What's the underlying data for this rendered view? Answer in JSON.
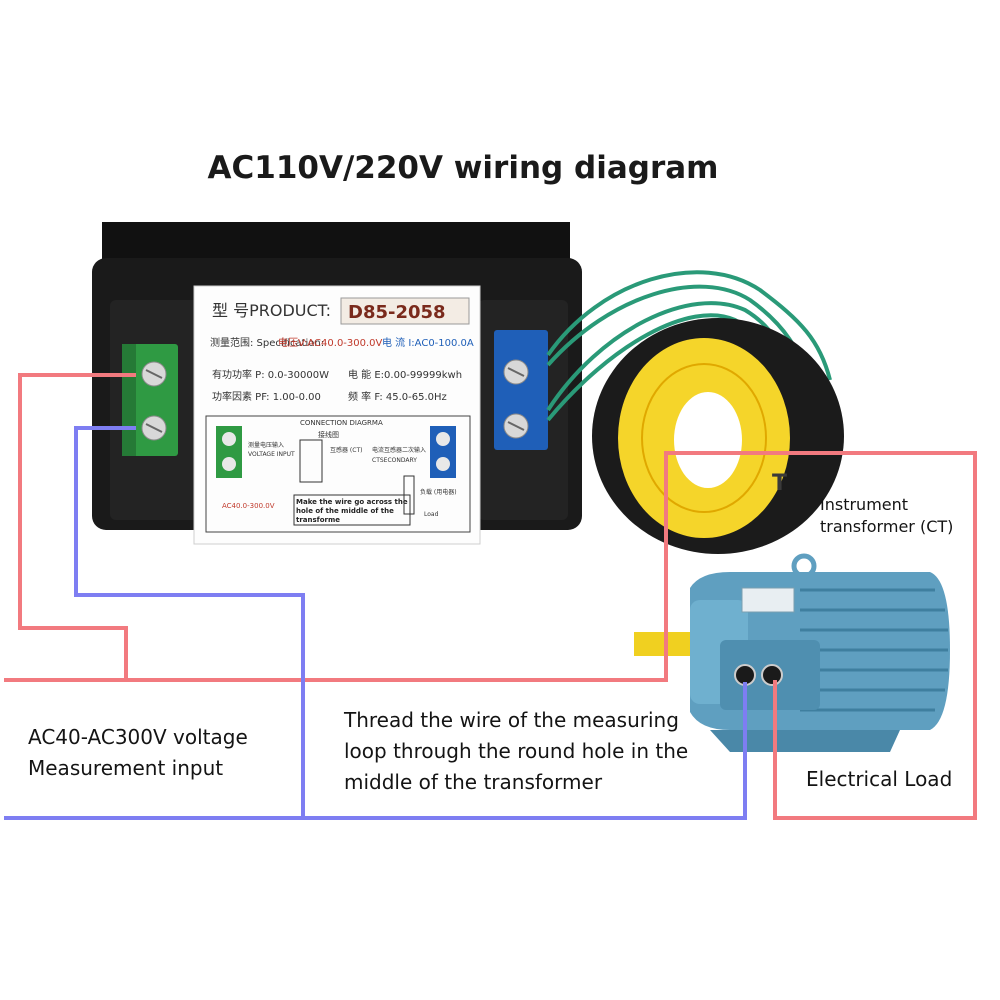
{
  "title": "AC110V/220V wiring diagram",
  "meter": {
    "product_label": "型 号PRODUCT:",
    "model": "D85-2058",
    "spec_label": "测量范围: Specification:",
    "voltage_spec": "电压V:AC40.0-300.0V",
    "current_spec": "电 流 I:AC0-100.0A",
    "power_row": "有功功率 P: 0.0-30000W",
    "energy_row": "电 能 E:0.00-99999kwh",
    "pf_row": "功率因素 PF: 1.00-0.00",
    "freq_row": "频 率 F: 45.0-65.0Hz",
    "connection_title": "CONNECTION DIAGRMA",
    "connection_subtitle": "接线图",
    "voltage_input_cn": "测量电压输入",
    "voltage_input": "VOLTAGE INPUT",
    "ct_cn": "互感器 (CT)",
    "ct_secondary_cn": "电流互感器二次输入",
    "ct_secondary": "CTSECONDARY",
    "voltage_range": "AC40.0-300.0V",
    "thread_note": "Make the wire go across the hole of the middle of the transforme",
    "load_cn": "负载 (用电器)",
    "load": "Load"
  },
  "labels": {
    "ct": [
      "Instrument",
      "transformer (CT)"
    ],
    "voltage_input": [
      "AC40-AC300V voltage",
      "Measurement input"
    ],
    "thread": [
      "Thread the wire of the measuring",
      "loop through the round hole in the",
      "middle of the transformer"
    ],
    "load": "Electrical Load"
  },
  "colors": {
    "red_wire": "#f27a7f",
    "blue_wire": "#7e7ef2",
    "meter_body": "#161616",
    "terminal_green": "#2f9a43",
    "terminal_blue": "#1f5fb8",
    "ct_core": "#f5d52a",
    "motor": "#5f9fc0",
    "shaft": "#f0d020",
    "green_wire": "#2a9a78"
  }
}
